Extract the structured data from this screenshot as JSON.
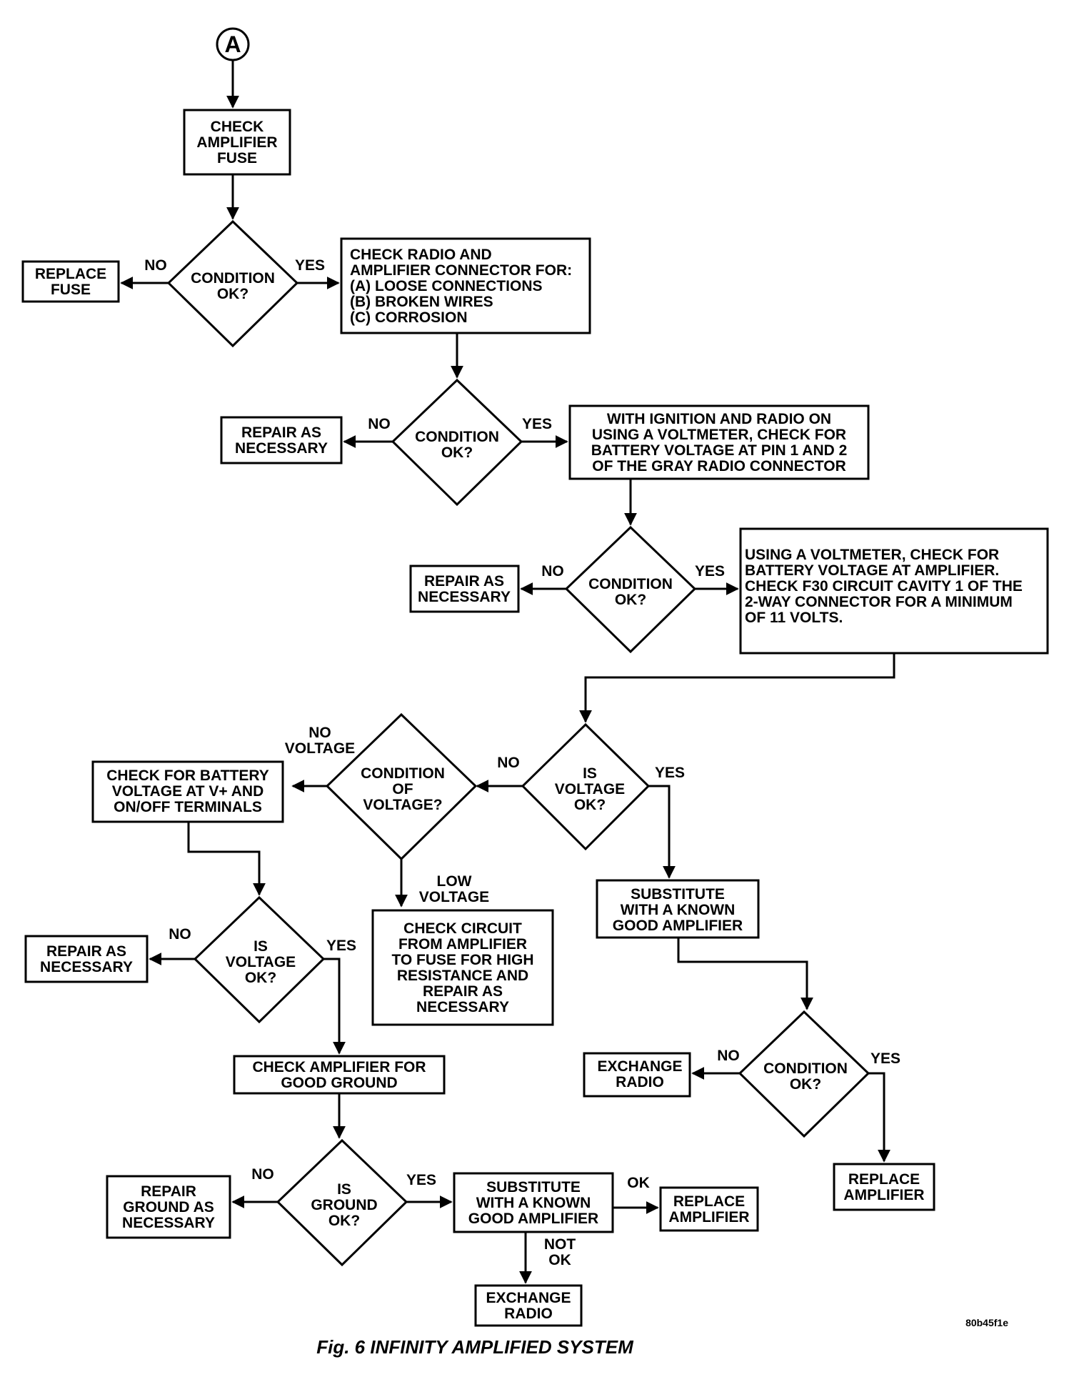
{
  "start_connector": "A",
  "nodes": {
    "check_fuse": [
      "CHECK",
      "AMPLIFIER",
      "FUSE"
    ],
    "replace_fuse": [
      "REPLACE",
      "FUSE"
    ],
    "dec1": [
      "CONDITION",
      "OK?"
    ],
    "check_connectors": [
      "CHECK RADIO AND",
      "AMPLIFIER CONNECTOR FOR:",
      "(A) LOOSE CONNECTIONS",
      "(B) BROKEN WIRES",
      "(C) CORROSION"
    ],
    "dec2": [
      "CONDITION",
      "OK?"
    ],
    "repair1": [
      "REPAIR AS",
      "NECESSARY"
    ],
    "ignition_check": [
      "WITH IGNITION AND RADIO ON",
      "USING A VOLTMETER, CHECK FOR",
      "BATTERY VOLTAGE AT PIN 1 AND 2",
      "OF THE GRAY RADIO CONNECTOR"
    ],
    "dec3": [
      "CONDITION",
      "OK?"
    ],
    "repair2": [
      "REPAIR AS",
      "NECESSARY"
    ],
    "amp_voltage_check": [
      "USING A VOLTMETER, CHECK FOR",
      "BATTERY VOLTAGE AT AMPLIFIER.",
      "CHECK F30 CIRCUIT CAVITY 1 OF THE",
      "2-WAY CONNECTOR FOR A MINIMUM",
      "OF 11 VOLTS."
    ],
    "dec4": [
      "IS",
      "VOLTAGE",
      "OK?"
    ],
    "dec5": [
      "CONDITION",
      "OF",
      "VOLTAGE?"
    ],
    "check_v_terminals": [
      "CHECK FOR BATTERY",
      "VOLTAGE AT V+ AND",
      "ON/OFF TERMINALS"
    ],
    "check_circuit": [
      "CHECK CIRCUIT",
      "FROM AMPLIFIER",
      "TO FUSE FOR HIGH",
      "RESISTANCE AND",
      "REPAIR AS",
      "NECESSARY"
    ],
    "substitute1": [
      "SUBSTITUTE",
      "WITH A KNOWN",
      "GOOD AMPLIFIER"
    ],
    "dec6": [
      "IS",
      "VOLTAGE",
      "OK?"
    ],
    "repair3": [
      "REPAIR AS",
      "NECESSARY"
    ],
    "check_ground": [
      "CHECK AMPLIFIER FOR",
      "GOOD GROUND"
    ],
    "dec7": [
      "CONDITION",
      "OK?"
    ],
    "exchange1": [
      "EXCHANGE",
      "RADIO"
    ],
    "replace_amp1": [
      "REPLACE",
      "AMPLIFIER"
    ],
    "dec8": [
      "IS",
      "GROUND",
      "OK?"
    ],
    "repair_ground": [
      "REPAIR",
      "GROUND AS",
      "NECESSARY"
    ],
    "substitute2": [
      "SUBSTITUTE",
      "WITH A KNOWN",
      "GOOD AMPLIFIER"
    ],
    "replace_amp2": [
      "REPLACE",
      "AMPLIFIER"
    ],
    "exchange2": [
      "EXCHANGE",
      "RADIO"
    ]
  },
  "edge_labels": {
    "d1_no": "NO",
    "d1_yes": "YES",
    "d2_no": "NO",
    "d2_yes": "YES",
    "d3_no": "NO",
    "d3_yes": "YES",
    "d4_no": "NO",
    "d4_yes": "YES",
    "d5_no_voltage": [
      "NO",
      "VOLTAGE"
    ],
    "d5_low_voltage": [
      "LOW",
      "VOLTAGE"
    ],
    "d6_no": "NO",
    "d6_yes": "YES",
    "d7_no": "NO",
    "d7_yes": "YES",
    "d8_no": "NO",
    "d8_yes": "YES",
    "sub2_ok": "OK",
    "sub2_not_ok": [
      "NOT",
      "OK"
    ]
  },
  "figure_code": "80b45f1e",
  "caption": "Fig. 6 INFINITY AMPLIFIED SYSTEM"
}
